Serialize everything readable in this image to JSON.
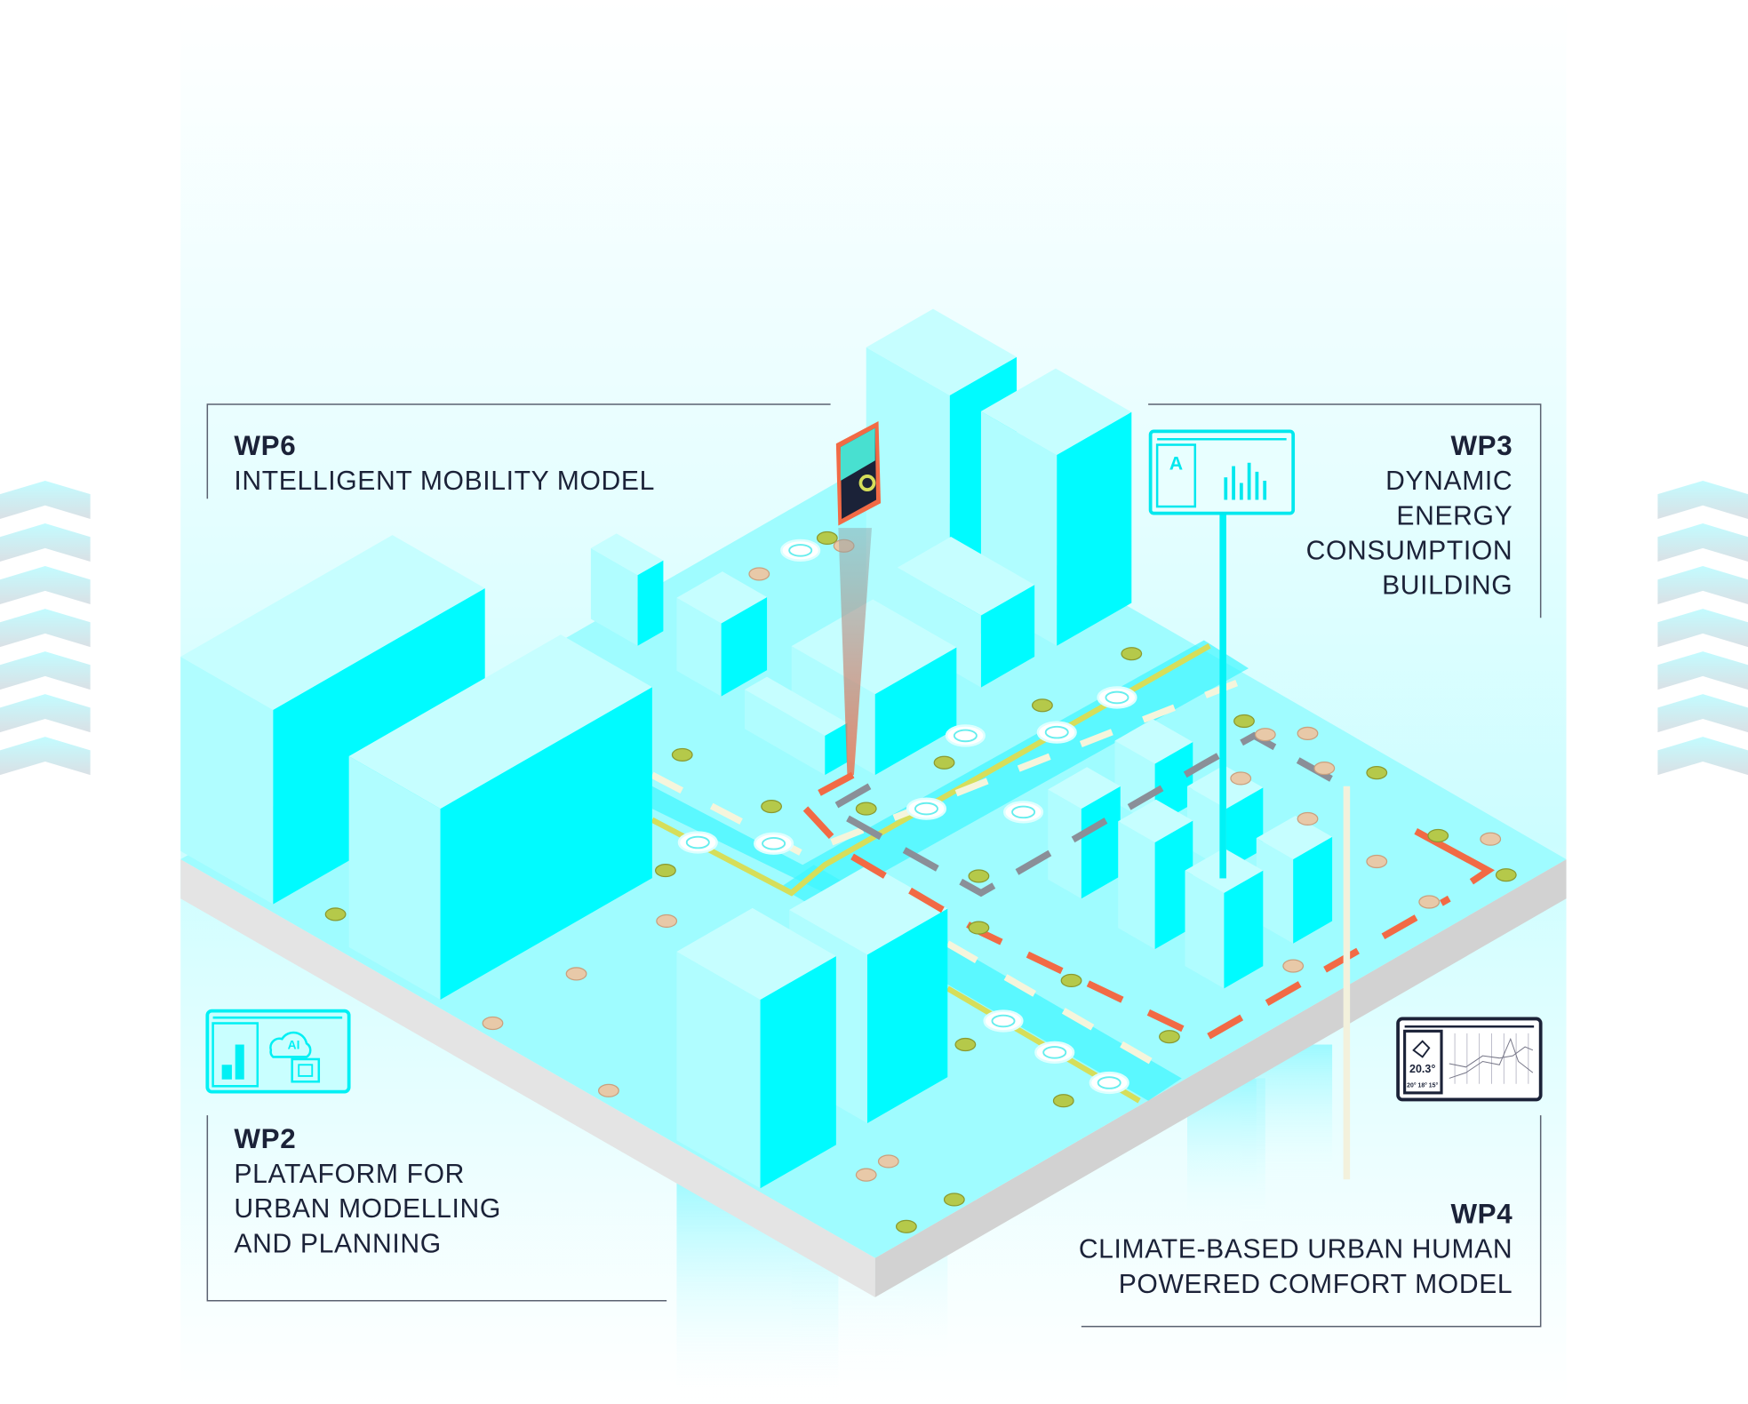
{
  "labels": {
    "wp6": {
      "code": "WP6",
      "lines": [
        "INTELLIGENT MOBILITY MODEL"
      ]
    },
    "wp3": {
      "code": "WP3",
      "lines": [
        "DYNAMIC",
        "ENERGY",
        "CONSUMPTION",
        "BUILDING"
      ]
    },
    "wp2": {
      "code": "WP2",
      "lines": [
        "PLATAFORM FOR",
        "URBAN MODELLING",
        "AND PLANNING"
      ]
    },
    "wp4": {
      "code": "WP4",
      "lines": [
        "CLIMATE-BASED URBAN HUMAN",
        "POWERED COMFORT MODEL"
      ]
    }
  },
  "icons": {
    "wp3_board_letter": "A",
    "wp2_ai_text": "AI",
    "wp4_temperature": "20.3°",
    "wp4_forecast": "20°  18°  15°"
  },
  "colors": {
    "cyan": "#00ffff",
    "pale_cyan": "#b5fdff",
    "navy": "#1b2238",
    "route_orange": "#f26a45",
    "road_yellow": "#d6de5a",
    "route_grey": "#8a8f98"
  }
}
